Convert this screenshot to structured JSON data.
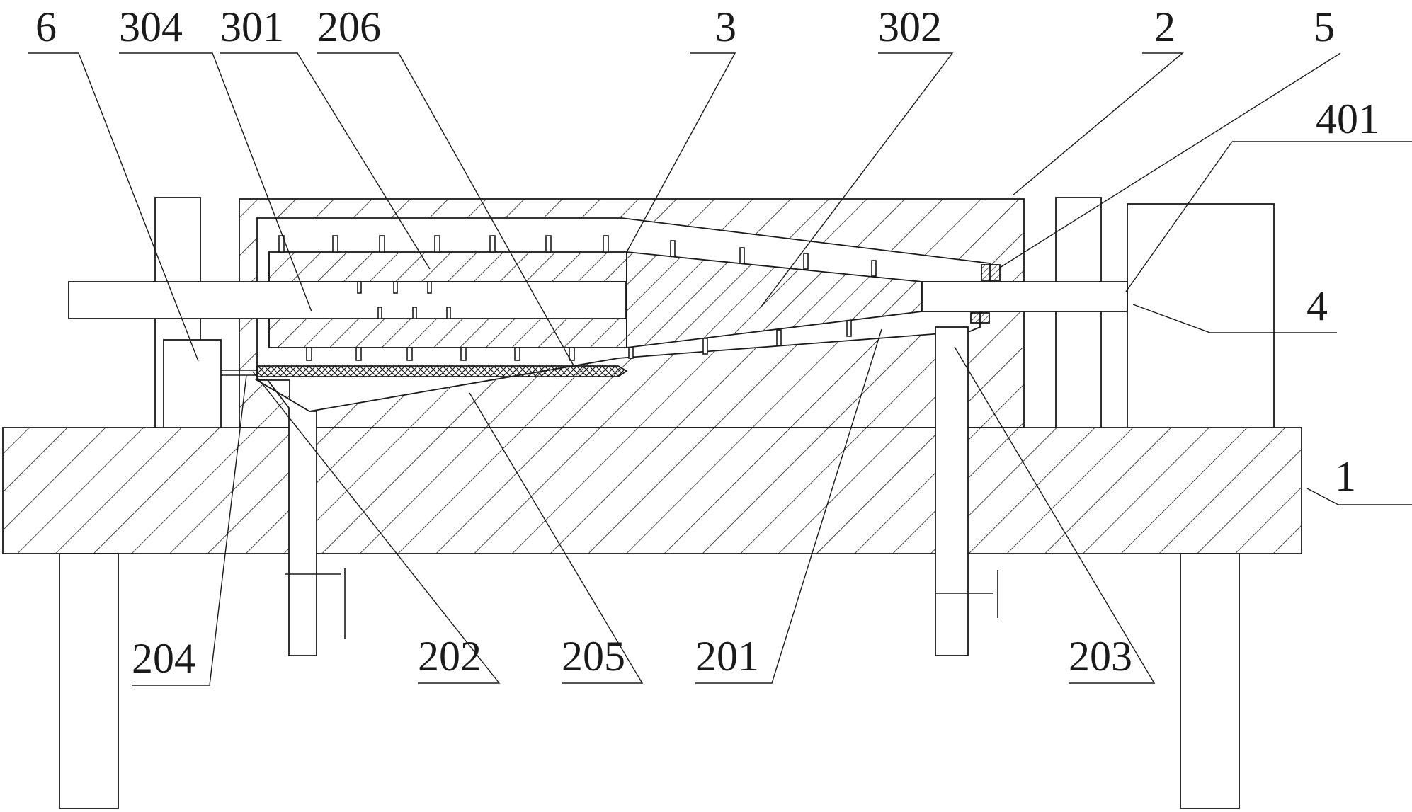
{
  "labels": {
    "l6": "6",
    "l304": "304",
    "l301": "301",
    "l206": "206",
    "l3": "3",
    "l302": "302",
    "l2": "2",
    "l5": "5",
    "l401": "401",
    "l4": "4",
    "l1": "1",
    "l204": "204",
    "l202": "202",
    "l205": "205",
    "l201": "201",
    "l203": "203"
  },
  "colors": {
    "line": "#1a1a1a",
    "background": "#ffffff"
  }
}
